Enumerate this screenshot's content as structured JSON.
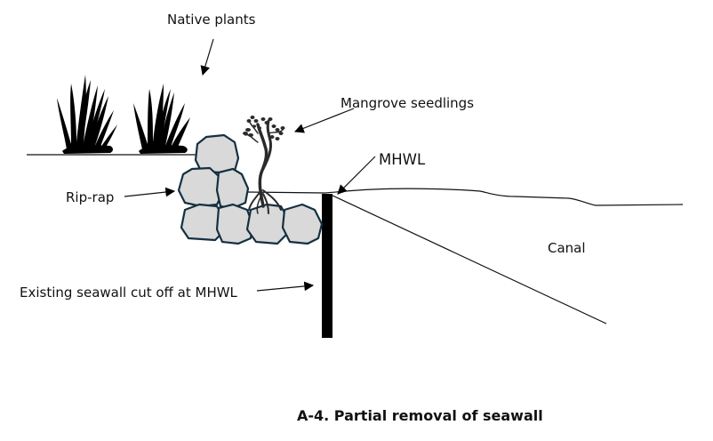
{
  "diagram": {
    "title": "A-4. Partial removal of seawall",
    "labels": {
      "native_plants": "Native plants",
      "mangrove_seedlings": "Mangrove seedlings",
      "mhwl": "MHWL",
      "rip_rap": "Rip-rap",
      "canal": "Canal",
      "seawall": "Existing seawall cut off at MHWL"
    },
    "elements": [
      "native grass clumps",
      "rip-rap boulders",
      "mangrove seedling",
      "seawall",
      "water surface",
      "canal slope"
    ],
    "colors": {
      "rock_fill": "#d9d9d9",
      "rock_outline": "#143041",
      "seawall": "#000000"
    }
  }
}
